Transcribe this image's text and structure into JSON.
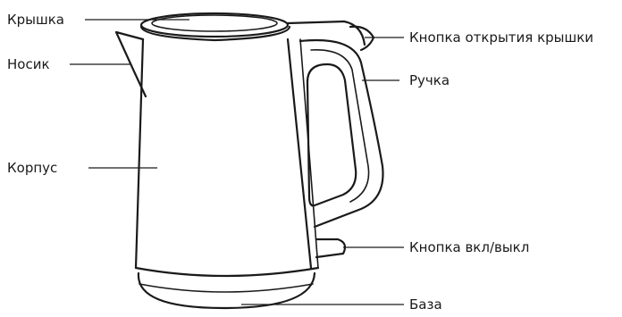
{
  "labels": {
    "lid": "Крышка",
    "spout": "Носик",
    "body": "Корпус",
    "lid_button": "Кнопка открытия крышки",
    "handle": "Ручка",
    "power_button": "Кнопка вкл/выкл",
    "base": "База"
  },
  "colors": {
    "ink": "#1a1a1a",
    "background": "#ffffff"
  }
}
